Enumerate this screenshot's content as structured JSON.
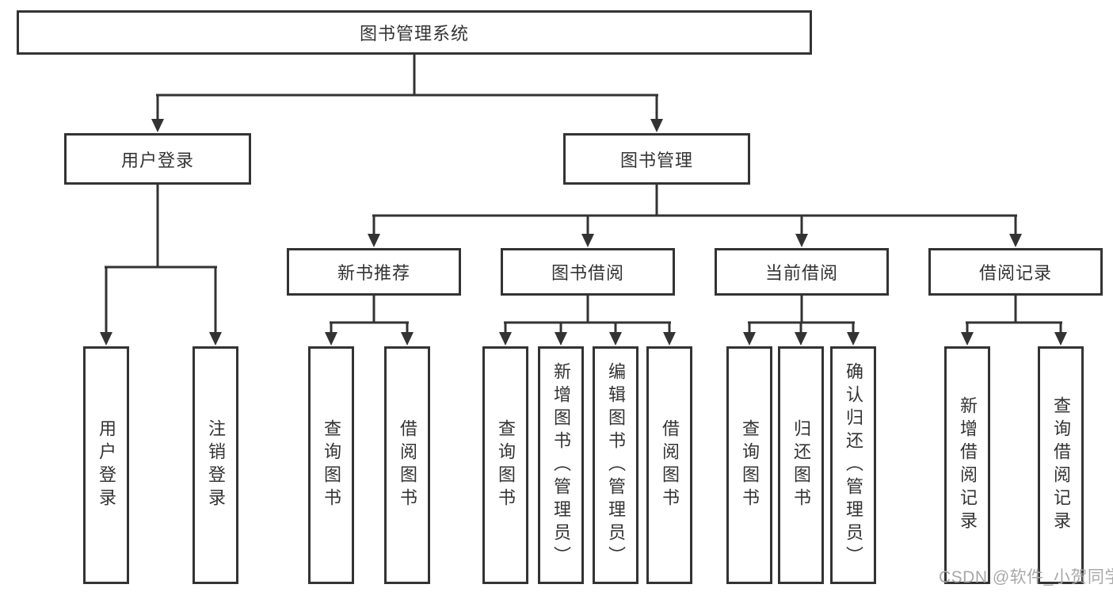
{
  "colors": {
    "line": "#333333",
    "text": "#333333",
    "box_background": "#ffffff",
    "watermark": "#a8a8a8",
    "page_background": "#ffffff"
  },
  "tree": {
    "root": {
      "label": "图书管理系统",
      "children": [
        {
          "label": "用户登录",
          "children": [
            {
              "label": "用户登录"
            },
            {
              "label": "注销登录"
            }
          ]
        },
        {
          "label": "图书管理",
          "children": [
            {
              "label": "新书推荐",
              "children": [
                {
                  "label": "查询图书"
                },
                {
                  "label": "借阅图书"
                }
              ]
            },
            {
              "label": "图书借阅",
              "children": [
                {
                  "label": "查询图书"
                },
                {
                  "label": "新增图书（管理员）"
                },
                {
                  "label": "编辑图书（管理员）"
                },
                {
                  "label": "借阅图书"
                }
              ]
            },
            {
              "label": "当前借阅",
              "children": [
                {
                  "label": "查询图书"
                },
                {
                  "label": "归还图书"
                },
                {
                  "label": "确认归还（管理员）"
                }
              ]
            },
            {
              "label": "借阅记录",
              "children": [
                {
                  "label": "新增借阅记录"
                },
                {
                  "label": "查询借阅记录"
                }
              ]
            }
          ]
        }
      ]
    }
  },
  "watermark": {
    "text": "CSDN @软件_小贺同学"
  }
}
